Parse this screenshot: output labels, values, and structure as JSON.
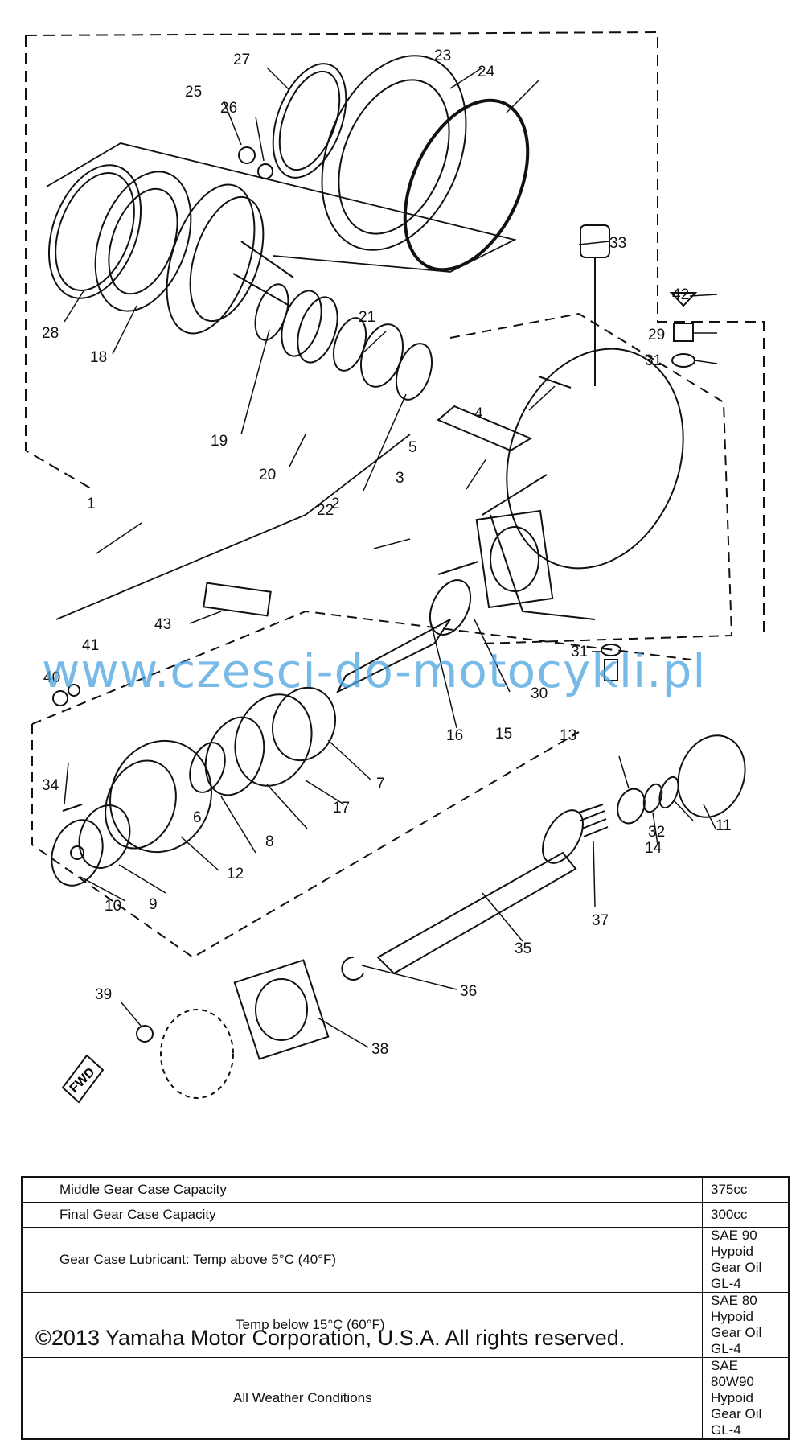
{
  "labels": [
    "1",
    "2",
    "3",
    "4",
    "5",
    "6",
    "7",
    "8",
    "9",
    "10",
    "11",
    "12",
    "13",
    "14",
    "15",
    "16",
    "17",
    "18",
    "19",
    "20",
    "21",
    "22",
    "23",
    "24",
    "25",
    "26",
    "27",
    "28",
    "29",
    "30",
    "31",
    "31",
    "32",
    "33",
    "34",
    "35",
    "36",
    "37",
    "38",
    "39",
    "40",
    "41",
    "42",
    "43"
  ],
  "fwd_marker": "FWD",
  "watermark": "www.czesci-do-motocykli.pl",
  "spec_table": {
    "rows": [
      {
        "desc": "Middle Gear Case Capacity",
        "value": "375cc"
      },
      {
        "desc": "Final Gear Case Capacity",
        "value": "300cc"
      },
      {
        "desc": "Gear Case Lubricant: Temp above 5°C (40°F)",
        "value": "SAE 90 Hypoid Gear Oil GL-4"
      },
      {
        "desc": "Temp below 15°C (60°F)",
        "value": "SAE 80 Hypoid Gear Oil GL-4"
      },
      {
        "desc": "All Weather Conditions",
        "value": "SAE 80W90 Hypoid Gear Oil GL-4"
      }
    ]
  },
  "copyright": "©2013 Yamaha Motor Corporation, U.S.A. All rights reserved."
}
